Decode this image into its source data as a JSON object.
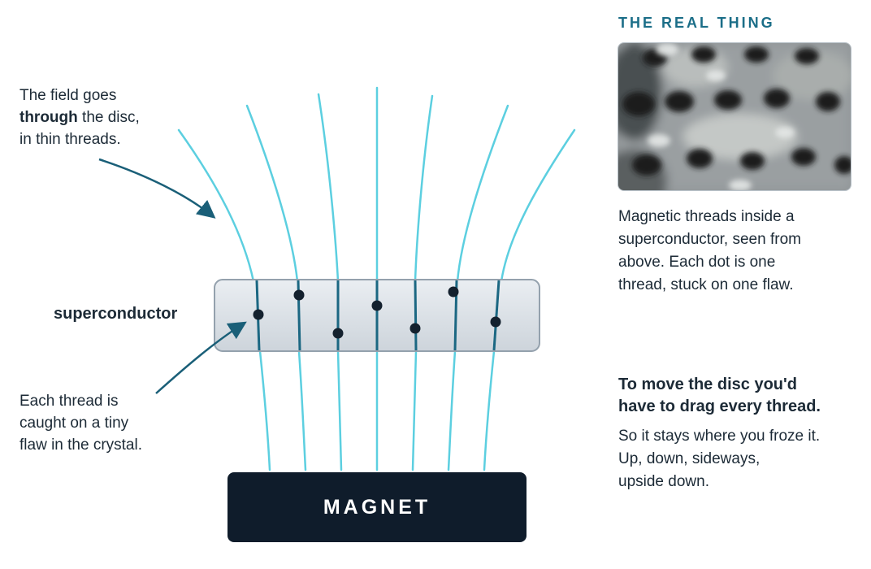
{
  "captions": {
    "field": {
      "before": "The field goes",
      "bold": "through",
      "after_bold": "the disc,",
      "line3": "in thin threads."
    },
    "flaw": {
      "line1": "Each thread is",
      "line2": "caught on a tiny",
      "line3": "flaw in the crystal."
    }
  },
  "superconductor": {
    "label": "superconductor"
  },
  "magnet": {
    "label": "MAGNET"
  },
  "sidebar": {
    "heading": "THE REAL THING",
    "photo_caption": {
      "line1": "Magnetic threads inside a",
      "line2": "superconductor, seen from",
      "line3": "above. Each dot is one",
      "line4": "thread, stuck on one flaw."
    },
    "summary_title": {
      "line1": "To move the disc you'd",
      "line2": "have to drag every thread."
    },
    "summary_body": {
      "line1": "So it stays where you froze it.",
      "line2": "Up, down, sideways,",
      "line3": "upside down."
    }
  },
  "colors": {
    "field_line": "#5ccfe0",
    "thread_inside": "#1b6782",
    "pin_dot": "#14212e",
    "disc_fill": "#d9dfe5",
    "disc_stroke": "#94a1ad",
    "arrow": "#1a5f78",
    "magnet": "#0f1c2b",
    "heading_accent": "#1b6e88"
  },
  "icons": {
    "arrows": "arrow-pointer",
    "pins": "pin-dot"
  }
}
